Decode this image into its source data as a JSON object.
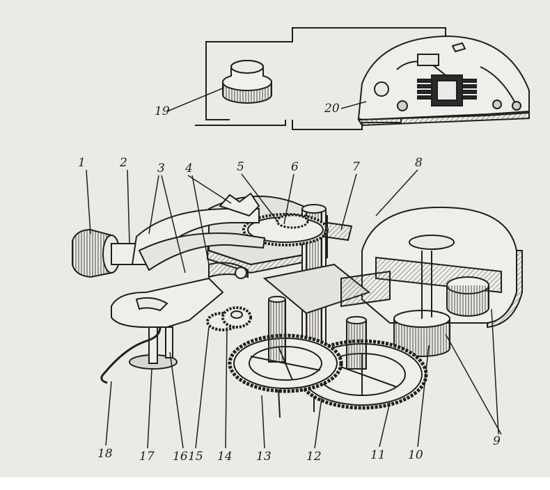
{
  "diagram": {
    "callouts": [
      {
        "id": "1",
        "text": "1"
      },
      {
        "id": "2",
        "text": "2"
      },
      {
        "id": "3",
        "text": "3"
      },
      {
        "id": "4",
        "text": "4"
      },
      {
        "id": "5",
        "text": "5"
      },
      {
        "id": "6",
        "text": "6"
      },
      {
        "id": "7",
        "text": "7"
      },
      {
        "id": "8",
        "text": "8"
      },
      {
        "id": "9",
        "text": "9"
      },
      {
        "id": "10",
        "text": "10"
      },
      {
        "id": "11",
        "text": "11"
      },
      {
        "id": "12",
        "text": "12"
      },
      {
        "id": "13",
        "text": "13"
      },
      {
        "id": "14",
        "text": "14"
      },
      {
        "id": "15",
        "text": "15"
      },
      {
        "id": "16",
        "text": "16"
      },
      {
        "id": "17",
        "text": "17"
      },
      {
        "id": "18",
        "text": "18"
      },
      {
        "id": "19",
        "text": "19"
      },
      {
        "id": "20",
        "text": "20"
      }
    ]
  },
  "colors": {
    "paper": "#eceae6",
    "ink": "#1e1e1e",
    "hatch": "#5a5a5a",
    "margin": "#ffffff"
  }
}
